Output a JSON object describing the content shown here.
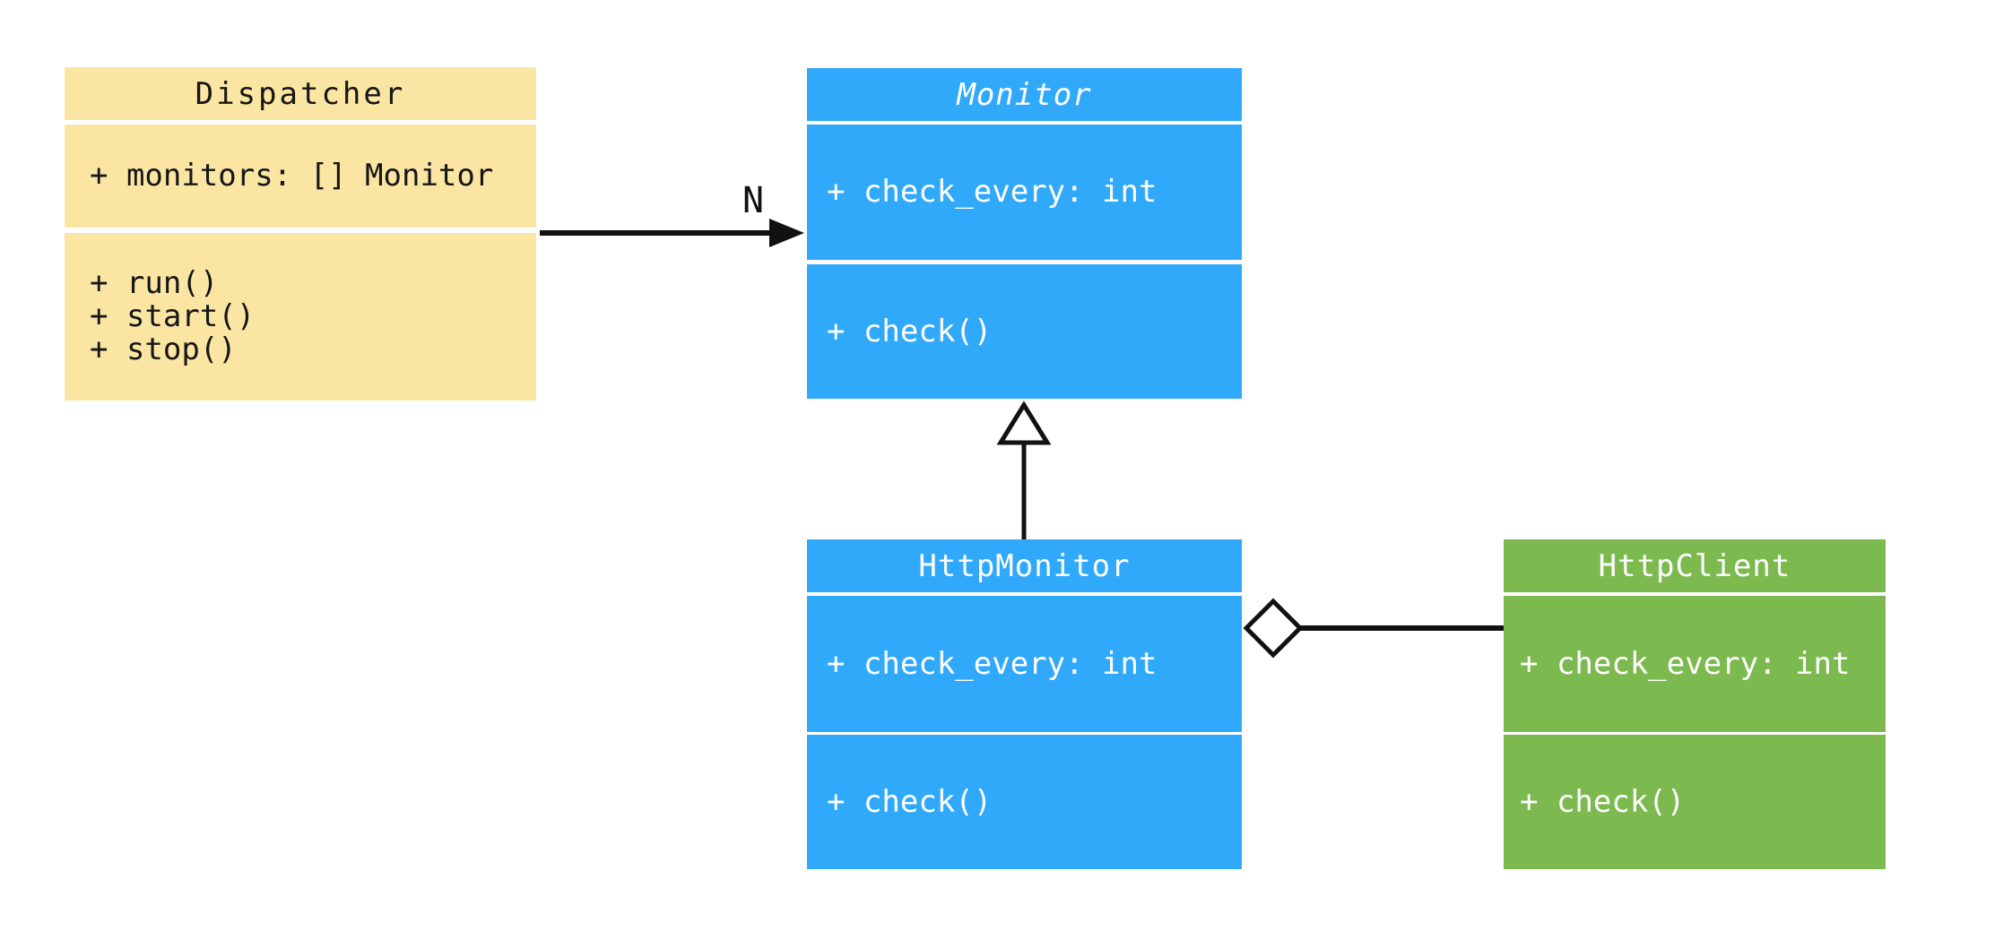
{
  "diagram": {
    "kind": "uml-class-diagram",
    "background_color": "#ffffff",
    "line_color": "#111111",
    "classes": [
      {
        "name": "Dispatcher",
        "abstract": false,
        "fill_color": "#FBE5A2",
        "text_color": "#161616",
        "attributes": [
          "+ monitors: [] Monitor"
        ],
        "methods": [
          "+ run()",
          "+ start()",
          "+ stop()"
        ]
      },
      {
        "name": "Monitor",
        "abstract": true,
        "fill_color": "#31A9FA",
        "text_color": "#ffffff",
        "attributes": [
          "+ check_every: int"
        ],
        "methods": [
          "+ check()"
        ]
      },
      {
        "name": "HttpMonitor",
        "abstract": false,
        "fill_color": "#31A9FA",
        "text_color": "#ffffff",
        "attributes": [
          "+ check_every: int"
        ],
        "methods": [
          "+ check()"
        ]
      },
      {
        "name": "HttpClient",
        "abstract": false,
        "fill_color": "#7CBA4F",
        "text_color": "#ffffff",
        "attributes": [
          "+ check_every: int"
        ],
        "methods": [
          "+ check()"
        ]
      }
    ],
    "relationships": [
      {
        "type": "directed-association",
        "from": "Dispatcher",
        "to": "Monitor",
        "multiplicity_label": "N"
      },
      {
        "type": "inheritance",
        "from": "HttpMonitor",
        "to": "Monitor",
        "multiplicity_label": ""
      },
      {
        "type": "aggregation",
        "from": "HttpMonitor",
        "to": "HttpClient",
        "multiplicity_label": ""
      }
    ]
  }
}
